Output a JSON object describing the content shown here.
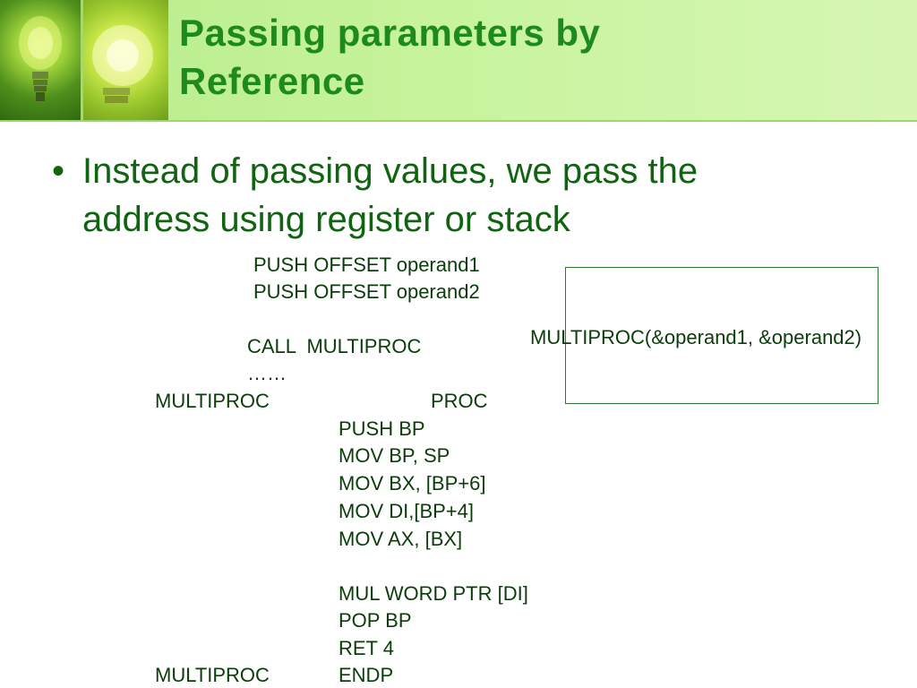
{
  "slide": {
    "title_line1": "Passing parameters by",
    "title_line2": "Reference",
    "bullet": "•",
    "bullet_line1": "Instead of passing values, we pass the",
    "bullet_line2": "address using register or stack"
  },
  "code": {
    "push1": "PUSH OFFSET operand1",
    "push2": "PUSH OFFSET operand2",
    "call": "CALL  MULTIPROC",
    "dots": "……",
    "proc_name": "MULTIPROC",
    "proc_kw": "PROC",
    "instructions": [
      "PUSH BP",
      "MOV BP, SP",
      "MOV BX, [BP+6]",
      "MOV DI,[BP+4]",
      "MOV AX, [BX]"
    ],
    "instructions2": [
      "MUL WORD PTR [DI]",
      "POP BP",
      "RET 4"
    ],
    "endp_name": "MULTIPROC",
    "endp_kw": "ENDP"
  },
  "box": {
    "label": "MULTIPROC(&operand1, &operand2)"
  }
}
